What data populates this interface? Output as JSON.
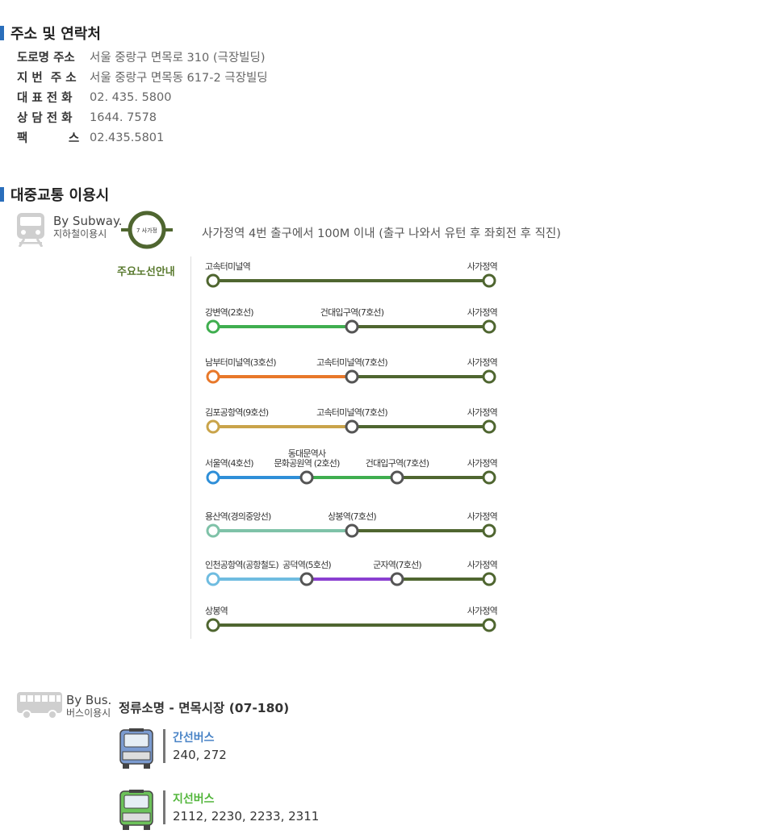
{
  "contact": {
    "title": "주소 및 연락처",
    "rows": [
      {
        "label": "도로명 주소",
        "value": "서울 중랑구 면목로 310 (극장빌딩)"
      },
      {
        "label": "지 번  주 소",
        "value": "서울 중랑구 면목동 617-2 극장빌딩"
      },
      {
        "label": "대 표 전 화",
        "value": "02. 435. 5800"
      },
      {
        "label": "상 담 전 화",
        "value": "1644. 7578"
      },
      {
        "label": "팩          스",
        "value": "02.435.5801"
      }
    ]
  },
  "transit": {
    "title": "대중교통 이용시",
    "subway": {
      "mode_en": "By Subway.",
      "mode_ko": "지하철이용시",
      "badge": "7 사가정",
      "description": "사가정역 4번 출구에서 100M 이내 (출구 나와서 유턴 후 좌회전 후 직진)",
      "guide_label": "주요노선안내",
      "routes": [
        {
          "stations": [
            {
              "name": "고속터미널역",
              "color": "#4f6630"
            },
            {
              "name": "사가정역",
              "color": "#4f6630"
            }
          ],
          "segments": [
            "#4f6630"
          ]
        },
        {
          "stations": [
            {
              "name": "강변역(2호선)",
              "color": "#3fae4f"
            },
            {
              "name": "건대입구역(7호선)",
              "color": "#555555"
            },
            {
              "name": "사가정역",
              "color": "#4f6630"
            }
          ],
          "segments": [
            "#3fae4f",
            "#4f6630"
          ]
        },
        {
          "stations": [
            {
              "name": "남부터미널역(3호선)",
              "color": "#e8782a"
            },
            {
              "name": "고속터미널역(7호선)",
              "color": "#555555"
            },
            {
              "name": "사가정역",
              "color": "#4f6630"
            }
          ],
          "segments": [
            "#e8782a",
            "#4f6630"
          ]
        },
        {
          "stations": [
            {
              "name": "김포공항역(9호선)",
              "color": "#c9a44a"
            },
            {
              "name": "고속터미널역(7호선)",
              "color": "#555555"
            },
            {
              "name": "사가정역",
              "color": "#4f6630"
            }
          ],
          "segments": [
            "#c9a44a",
            "#4f6630"
          ]
        },
        {
          "stations": [
            {
              "name": "서울역(4호선)",
              "color": "#2f8fd8"
            },
            {
              "name": "동대문역사\n문화공원역 (2호선)",
              "color": "#555555"
            },
            {
              "name": "건대입구역(7호선)",
              "color": "#555555"
            },
            {
              "name": "사가정역",
              "color": "#4f6630"
            }
          ],
          "segments": [
            "#2f8fd8",
            "#3fae4f",
            "#4f6630"
          ]
        },
        {
          "stations": [
            {
              "name": "용산역(경의중앙선)",
              "color": "#7fc2a8"
            },
            {
              "name": "상봉역(7호선)",
              "color": "#555555"
            },
            {
              "name": "사가정역",
              "color": "#4f6630"
            }
          ],
          "segments": [
            "#7fc2a8",
            "#4f6630"
          ]
        },
        {
          "stations": [
            {
              "name": "인천공항역(공항철도)",
              "color": "#6fbce0"
            },
            {
              "name": "공덕역(5호선)",
              "color": "#555555"
            },
            {
              "name": "군자역(7호선)",
              "color": "#555555"
            },
            {
              "name": "사가정역",
              "color": "#4f6630"
            }
          ],
          "segments": [
            "#6fbce0",
            "#8a3fd1",
            "#4f6630"
          ]
        },
        {
          "stations": [
            {
              "name": "상봉역",
              "color": "#4f6630"
            },
            {
              "name": "사가정역",
              "color": "#4f6630"
            }
          ],
          "segments": [
            "#4f6630"
          ]
        }
      ]
    },
    "bus": {
      "mode_en": "By Bus.",
      "mode_ko": "버스이용시",
      "stop": "정류소명 - 면목시장 (07-180)",
      "types": [
        {
          "type": "간선버스",
          "numbers": "240, 272",
          "color": "#4a84c6",
          "body": "#7b9bd0"
        },
        {
          "type": "지선버스",
          "numbers": "2112, 2230, 2233, 2311",
          "color": "#53b63c",
          "body": "#6cc25a"
        }
      ]
    }
  }
}
